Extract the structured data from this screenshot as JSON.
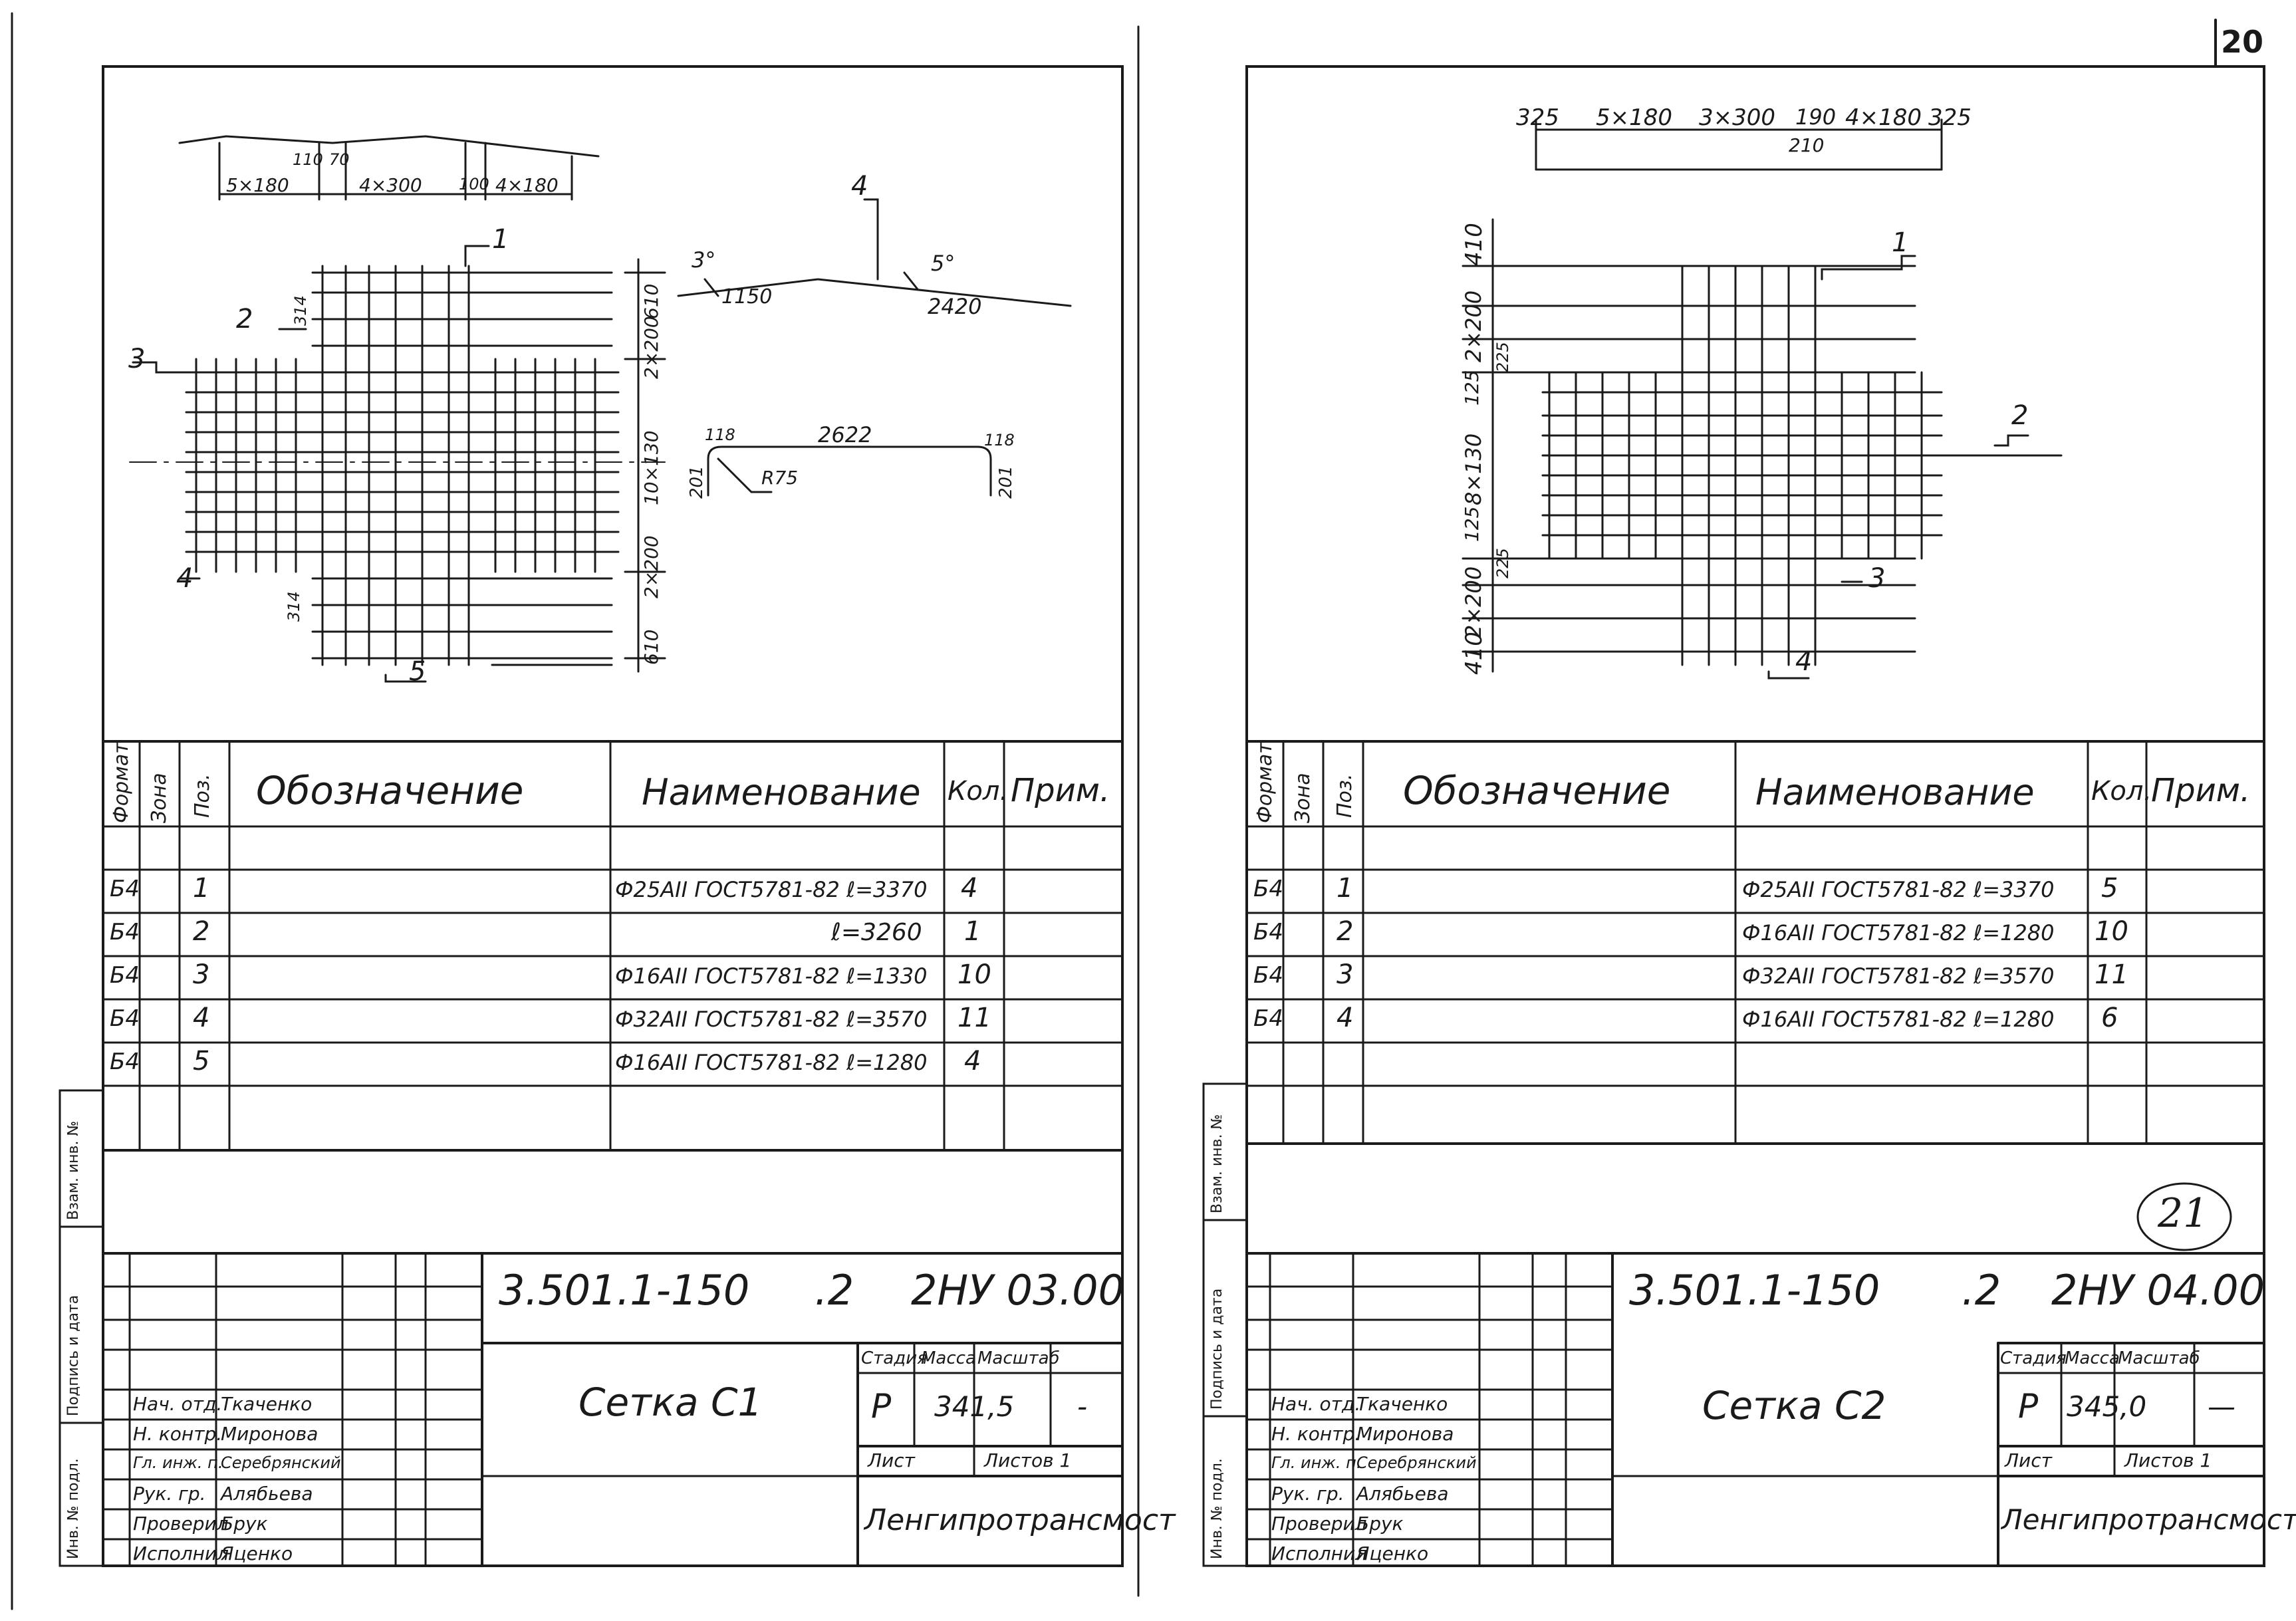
{
  "page_number": "20",
  "stamp_number": "21",
  "binding_margin": {
    "inv_no": "Инв. № подл.",
    "signature_date": "Подпись и дата",
    "replace_inv": "Взам. инв. №"
  },
  "sheets": [
    {
      "id": "c1",
      "drawing": {
        "top_dims": {
          "a": "5×180",
          "b": "110",
          "c": "70",
          "d": "4×300",
          "e": "100",
          "f": "4×180"
        },
        "right_dims": [
          "610",
          "2×200",
          "10×130",
          "2×200",
          "610"
        ],
        "left_dims": [
          "314",
          "314"
        ],
        "callouts": [
          "1",
          "2",
          "3",
          "4",
          "5"
        ],
        "bar_profile": {
          "callout": "4",
          "angle_left": "3°",
          "angle_right": "5°",
          "len_left": "1150",
          "len_right": "2420"
        },
        "bent_bar": {
          "top": "2622",
          "corner_left": "118",
          "corner_right": "118",
          "side_left": "201",
          "side_right": "201",
          "radius": "R75"
        }
      },
      "spec": {
        "headers": {
          "format": "Формат",
          "zone": "Зона",
          "pos": "Поз.",
          "designation": "Обозначение",
          "name": "Наименование",
          "qty": "Кол.",
          "note": "Прим."
        },
        "rows": [
          {
            "format": "Б4",
            "pos": "1",
            "name": "Ф25АII ГОСТ5781-82 ℓ=3370",
            "qty": "4"
          },
          {
            "format": "Б4",
            "pos": "2",
            "name": "ℓ=3260",
            "qty": "1"
          },
          {
            "format": "Б4",
            "pos": "3",
            "name": "Ф16АII ГОСТ5781-82 ℓ=1330",
            "qty": "10"
          },
          {
            "format": "Б4",
            "pos": "4",
            "name": "Ф32АII ГОСТ5781-82 ℓ=3570",
            "qty": "11"
          },
          {
            "format": "Б4",
            "pos": "5",
            "name": "Ф16АII ГОСТ5781-82 ℓ=1280",
            "qty": "4"
          }
        ]
      },
      "title_block": {
        "code_a": "3.501.1-150",
        "code_b": ".2",
        "code_c": "2НУ 03.00",
        "title": "Сетка С1",
        "stage_label": "Стадия",
        "mass_label": "Масса",
        "scale_label": "Масштаб",
        "stage": "Р",
        "mass": "341,5",
        "scale": "-",
        "sheet_label": "Лист",
        "sheets_label": "Листов 1",
        "org": "Ленгипротрансмост",
        "roles": [
          {
            "role": "Нач. отд.",
            "name": "Ткаченко"
          },
          {
            "role": "Н. контр.",
            "name": "Миронова"
          },
          {
            "role": "Гл. инж. п.",
            "name": "Серебрянский"
          },
          {
            "role": "Рук. гр.",
            "name": "Алябьева"
          },
          {
            "role": "Проверил",
            "name": "Брук"
          },
          {
            "role": "Исполнил",
            "name": "Яценко"
          }
        ]
      }
    },
    {
      "id": "c2",
      "drawing": {
        "top_dims": {
          "a": "325",
          "b": "5×180",
          "c": "3×300",
          "d": "190",
          "e": "210",
          "f": "4×180",
          "g": "325"
        },
        "left_dims": [
          "410",
          "2×200",
          "225",
          "125",
          "8×130",
          "125",
          "225",
          "2×200",
          "410"
        ],
        "callouts": [
          "1",
          "2",
          "3",
          "4"
        ]
      },
      "spec": {
        "headers": {
          "format": "Формат",
          "zone": "Зона",
          "pos": "Поз.",
          "designation": "Обозначение",
          "name": "Наименование",
          "qty": "Кол.",
          "note": "Прим."
        },
        "rows": [
          {
            "format": "Б4",
            "pos": "1",
            "name": "Ф25АII ГОСТ5781-82 ℓ=3370",
            "qty": "5"
          },
          {
            "format": "Б4",
            "pos": "2",
            "name": "Ф16АII ГОСТ5781-82 ℓ=1280",
            "qty": "10"
          },
          {
            "format": "Б4",
            "pos": "3",
            "name": "Ф32АII ГОСТ5781-82 ℓ=3570",
            "qty": "11"
          },
          {
            "format": "Б4",
            "pos": "4",
            "name": "Ф16АII ГОСТ5781-82 ℓ=1280",
            "qty": "6"
          }
        ]
      },
      "title_block": {
        "code_a": "3.501.1-150",
        "code_b": ".2",
        "code_c": "2НУ 04.00",
        "title": "Сетка С2",
        "stage_label": "Стадия",
        "mass_label": "Масса",
        "scale_label": "Масштаб",
        "stage": "Р",
        "mass": "345,0",
        "scale": "—",
        "sheet_label": "Лист",
        "sheets_label": "Листов 1",
        "org": "Ленгипротрансмост",
        "roles": [
          {
            "role": "Нач. отд.",
            "name": "Ткаченко"
          },
          {
            "role": "Н. контр.",
            "name": "Миронова"
          },
          {
            "role": "Гл. инж. п.",
            "name": "Серебрянский"
          },
          {
            "role": "Рук. гр.",
            "name": "Алябьева"
          },
          {
            "role": "Проверил",
            "name": "Брук"
          },
          {
            "role": "Исполнил",
            "name": "Яценко"
          }
        ]
      }
    }
  ]
}
